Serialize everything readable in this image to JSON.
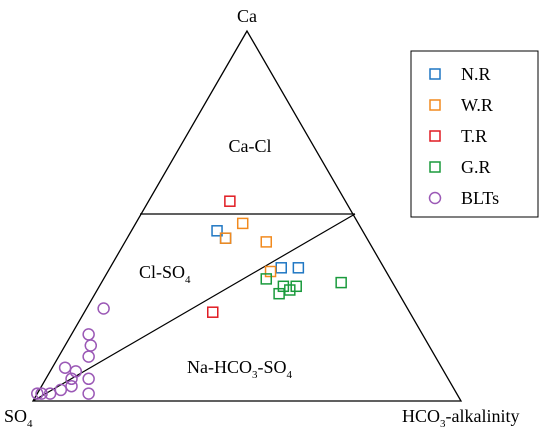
{
  "diagram": {
    "vertex_labels": {
      "top": "Ca",
      "left_main": "SO",
      "left_sub": "4",
      "right_main": "HCO",
      "right_sub": "3",
      "right_suffix": "-alkalinity"
    },
    "regions": {
      "ca_cl": "Ca-Cl",
      "cl_so4_main": "Cl-SO",
      "cl_so4_sub": "4",
      "na_1": "Na-HCO",
      "na_sub1": "3",
      "na_2": "-SO",
      "na_sub2": "4"
    },
    "colors": {
      "N.R": "#1f77c4",
      "W.R": "#f28a1e",
      "T.R": "#e01b22",
      "G.R": "#1a9a3c",
      "BLTs": "#9b59b6"
    },
    "legend": [
      {
        "label": "N.R",
        "marker": "square",
        "color": "#1f77c4"
      },
      {
        "label": "W.R",
        "marker": "square",
        "color": "#f28a1e"
      },
      {
        "label": "T.R",
        "marker": "square",
        "color": "#e01b22"
      },
      {
        "label": "G.R",
        "marker": "square",
        "color": "#1a9a3c"
      },
      {
        "label": "BLTs",
        "marker": "circle",
        "color": "#9b59b6"
      }
    ],
    "samples": {
      "N.R": [
        [
          0.23,
          0.44
        ],
        [
          0.2,
          0.46
        ],
        [
          0.4,
          0.36
        ],
        [
          0.44,
          0.36
        ]
      ],
      "W.R": [
        [
          0.25,
          0.48
        ],
        [
          0.23,
          0.44
        ],
        [
          0.33,
          0.43
        ],
        [
          0.38,
          0.35
        ]
      ],
      "T.R": [
        [
          0.19,
          0.54
        ],
        [
          0.3,
          0.24
        ]
      ],
      "G.R": [
        [
          0.43,
          0.29
        ],
        [
          0.45,
          0.3
        ],
        [
          0.46,
          0.31
        ],
        [
          0.43,
          0.31
        ],
        [
          0.56,
          0.32
        ],
        [
          0.38,
          0.33
        ]
      ],
      "BLTs": [
        [
          0.04,
          0.25
        ],
        [
          0.04,
          0.18
        ],
        [
          0.06,
          0.15
        ],
        [
          0.07,
          0.12
        ],
        [
          0.12,
          0.02
        ],
        [
          0.1,
          0.06
        ],
        [
          0.07,
          0.04
        ],
        [
          0.06,
          0.06
        ],
        [
          0.05,
          0.03
        ],
        [
          0.03,
          0.02
        ],
        [
          0.01,
          0.02
        ],
        [
          0.0,
          0.02
        ],
        [
          0.06,
          0.08
        ],
        [
          0.03,
          0.09
        ]
      ]
    }
  }
}
